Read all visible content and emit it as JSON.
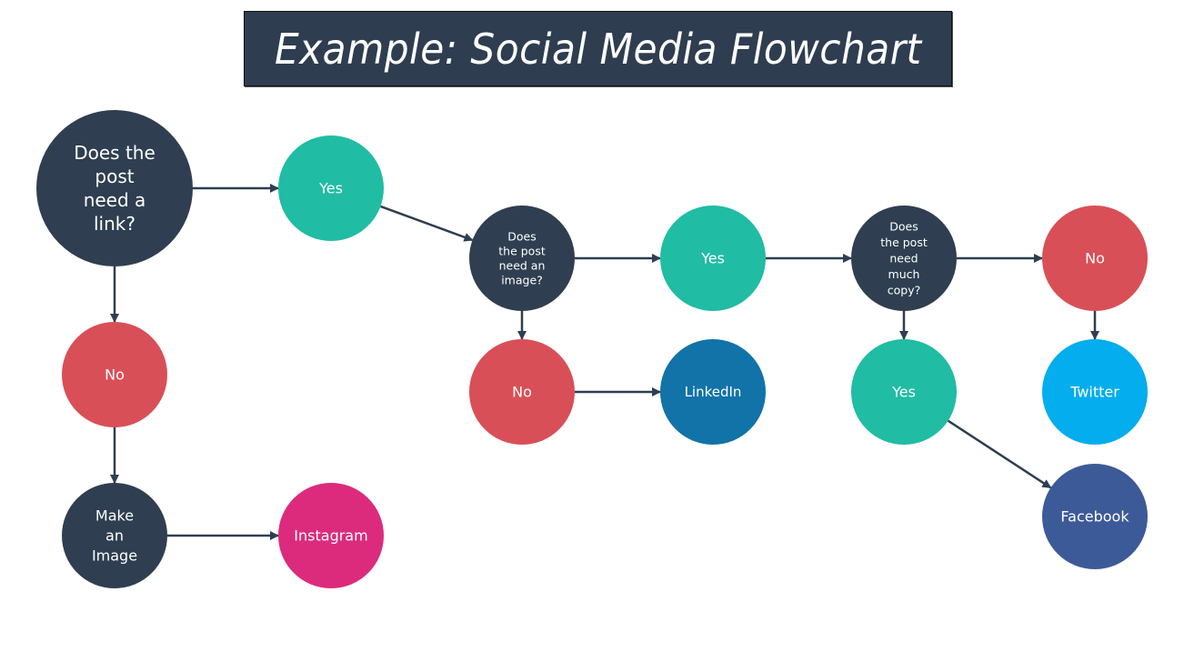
{
  "title": "Example: Social Media Flowchart",
  "colors": {
    "decision": "#2f3e50",
    "yes": "#20bca3",
    "no": "#d94f57",
    "linkedin": "#1173a8",
    "twitter": "#04aded",
    "facebook": "#3d5a98",
    "instagram": "#dc2b7c",
    "edge": "#2f3e50"
  },
  "nodes": [
    {
      "id": "q-link",
      "kind": "decision",
      "lines": [
        "Does the",
        "post",
        "need a",
        "link?"
      ]
    },
    {
      "id": "yes-link",
      "kind": "yes",
      "lines": [
        "Yes"
      ]
    },
    {
      "id": "no-link",
      "kind": "no",
      "lines": [
        "No"
      ]
    },
    {
      "id": "make-image",
      "kind": "decision",
      "lines": [
        "Make",
        "an",
        "Image"
      ]
    },
    {
      "id": "instagram",
      "kind": "instagram",
      "lines": [
        "Instagram"
      ]
    },
    {
      "id": "q-image",
      "kind": "decision",
      "lines": [
        "Does",
        "the post",
        "need an",
        "image?"
      ]
    },
    {
      "id": "yes-image",
      "kind": "yes",
      "lines": [
        "Yes"
      ]
    },
    {
      "id": "no-image",
      "kind": "no",
      "lines": [
        "No"
      ]
    },
    {
      "id": "linkedin",
      "kind": "linkedin",
      "lines": [
        "LinkedIn"
      ]
    },
    {
      "id": "q-copy",
      "kind": "decision",
      "lines": [
        "Does",
        "the post",
        "need",
        "much",
        "copy?"
      ]
    },
    {
      "id": "no-copy",
      "kind": "no",
      "lines": [
        "No"
      ]
    },
    {
      "id": "twitter",
      "kind": "twitter",
      "lines": [
        "Twitter"
      ]
    },
    {
      "id": "yes-copy",
      "kind": "yes",
      "lines": [
        "Yes"
      ]
    },
    {
      "id": "facebook",
      "kind": "facebook",
      "lines": [
        "Facebook"
      ]
    }
  ],
  "edges": [
    {
      "from": "q-link",
      "to": "yes-link"
    },
    {
      "from": "q-link",
      "to": "no-link"
    },
    {
      "from": "no-link",
      "to": "make-image"
    },
    {
      "from": "make-image",
      "to": "instagram"
    },
    {
      "from": "yes-link",
      "to": "q-image"
    },
    {
      "from": "q-image",
      "to": "yes-image"
    },
    {
      "from": "q-image",
      "to": "no-image"
    },
    {
      "from": "no-image",
      "to": "linkedin"
    },
    {
      "from": "yes-image",
      "to": "q-copy"
    },
    {
      "from": "q-copy",
      "to": "no-copy"
    },
    {
      "from": "q-copy",
      "to": "yes-copy"
    },
    {
      "from": "no-copy",
      "to": "twitter"
    },
    {
      "from": "yes-copy",
      "to": "facebook"
    }
  ]
}
